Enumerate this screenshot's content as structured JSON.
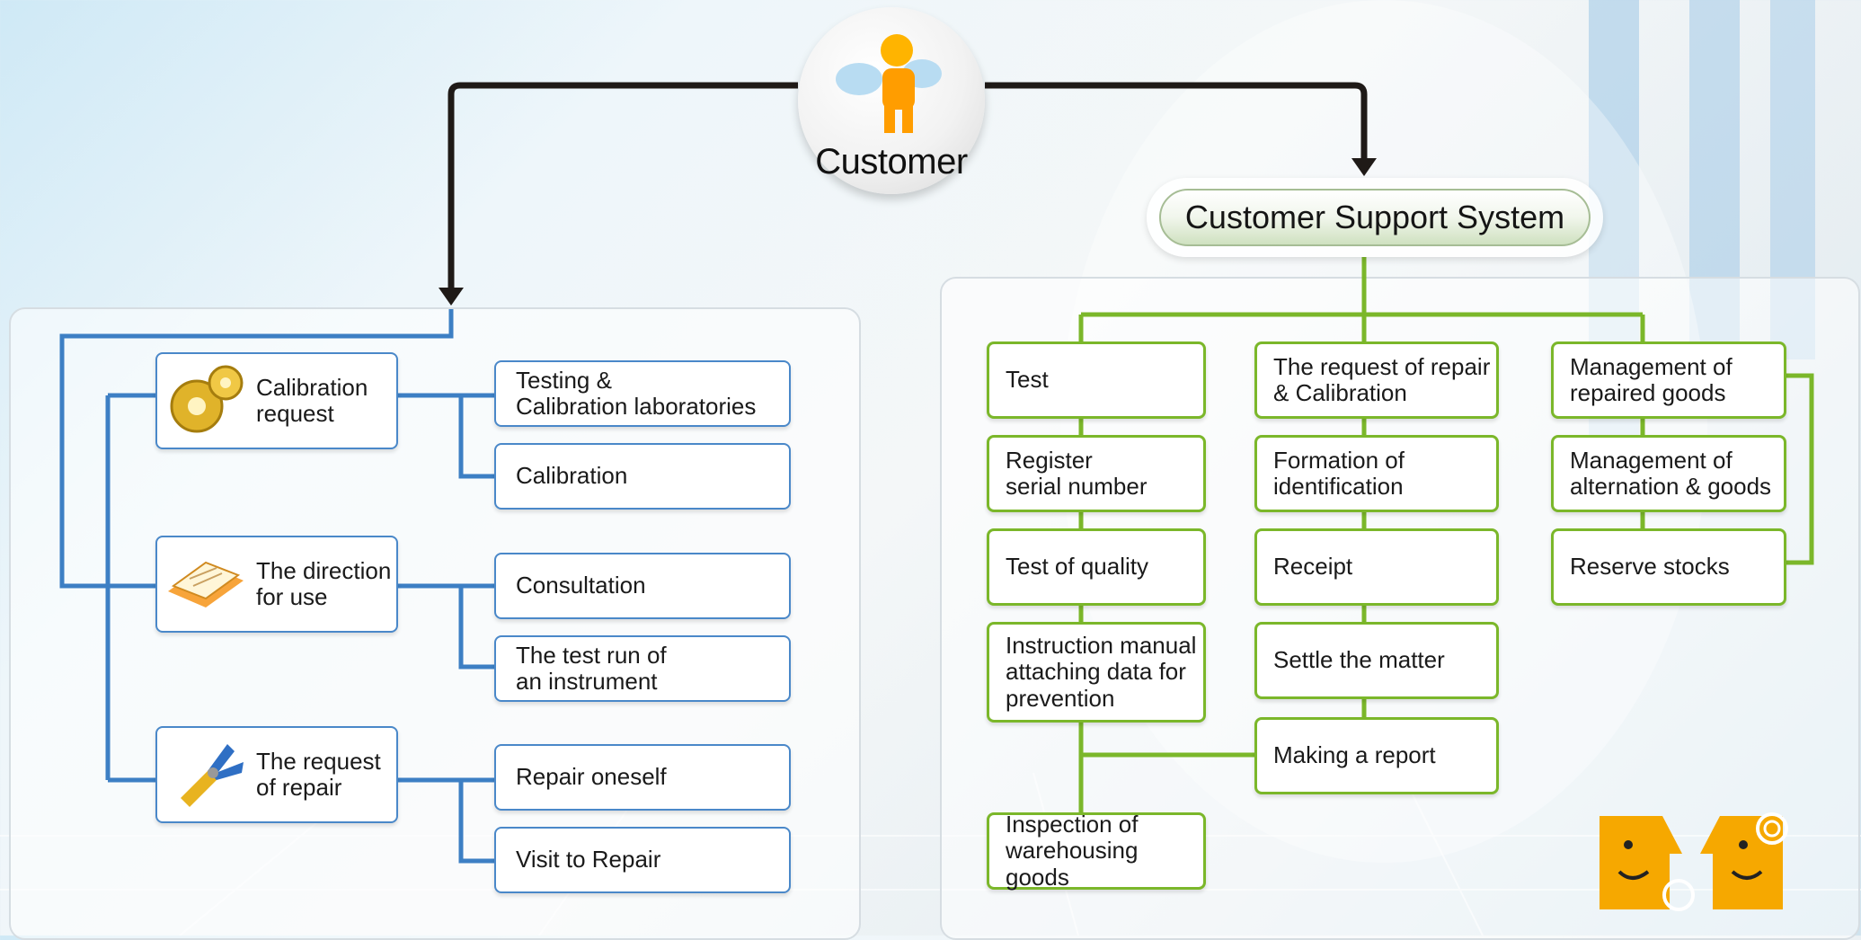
{
  "colors": {
    "blue_line": "#3d7fc4",
    "green_line": "#7bb72a",
    "arrow": "#1f1a17"
  },
  "customer": {
    "label": "Customer",
    "icon": "winged-person-icon"
  },
  "css_title": "Customer Support System",
  "left": {
    "categories": [
      {
        "label": "Calibration\nrequest",
        "icon": "gears-icon"
      },
      {
        "label": "The direction\nfor use",
        "icon": "manual-book-icon"
      },
      {
        "label": "The request\nof repair",
        "icon": "pliers-icon"
      }
    ],
    "items": [
      "Testing &\nCalibration laboratories",
      "Calibration",
      "Consultation",
      "The test run of\nan instrument",
      "Repair oneself",
      "Visit to Repair"
    ]
  },
  "right": {
    "col1": [
      "Test",
      "Register\nserial number",
      "Test of quality",
      "Instruction manual\nattaching data for\nprevention",
      "Inspection of\nwarehousing goods"
    ],
    "col2": [
      "The request of repair\n& Calibration",
      "Formation of\nidentification",
      "Receipt",
      "Settle the matter",
      "Making a report"
    ],
    "col3": [
      "Management of\nrepaired goods",
      "Management of\nalternation & goods",
      "Reserve stocks"
    ]
  },
  "logo": {
    "icon": "smiling-faces-logo-icon"
  }
}
